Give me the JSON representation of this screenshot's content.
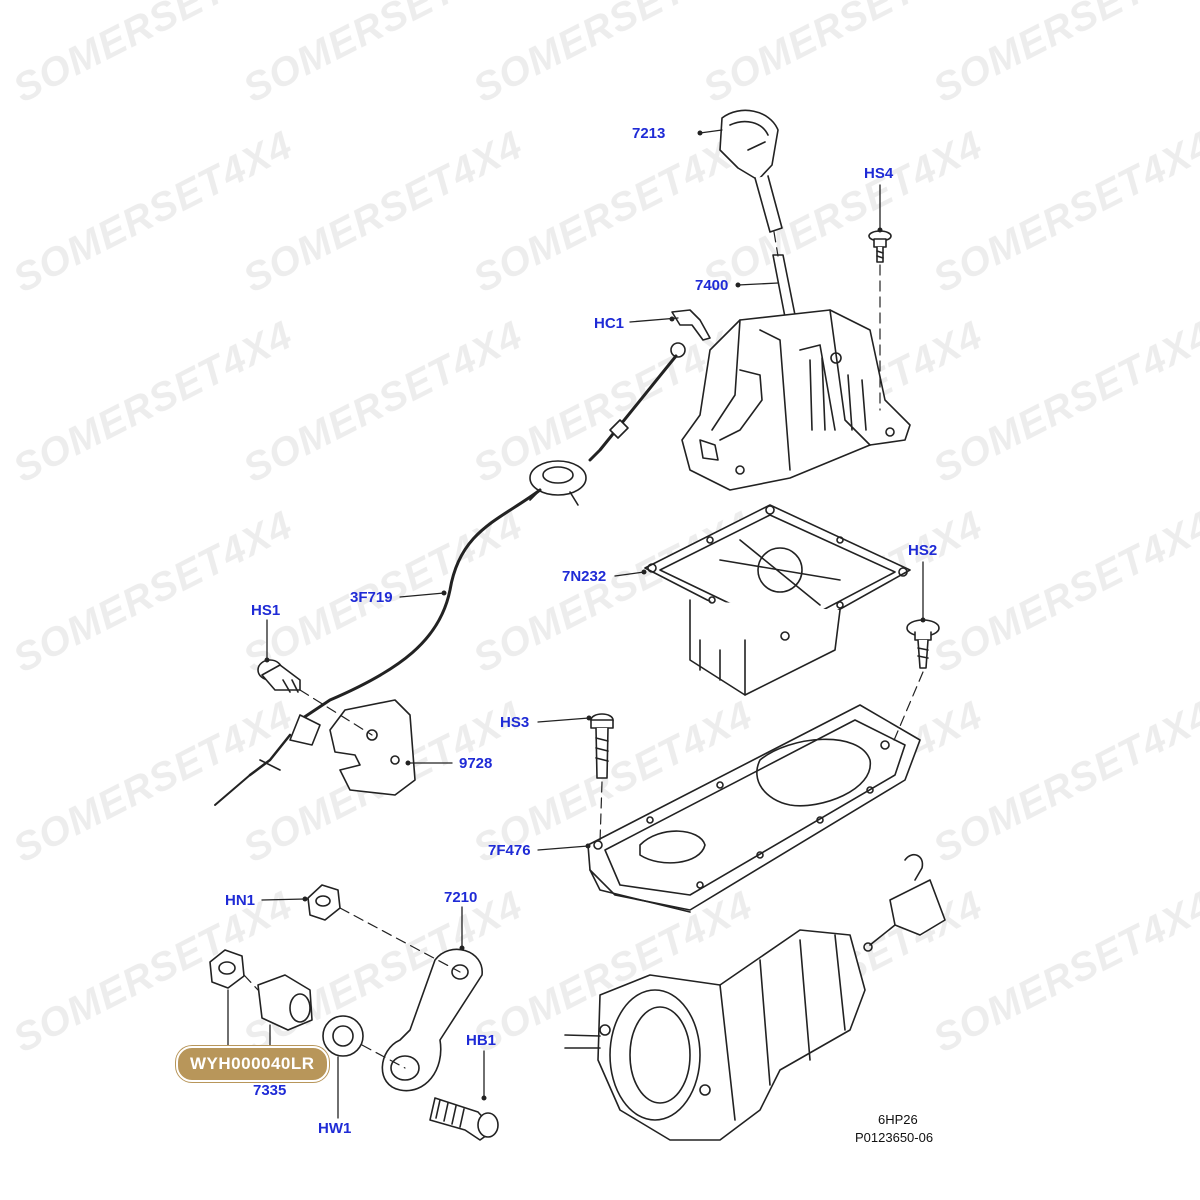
{
  "diagram": {
    "watermark_text": "SOMERSET4X4",
    "callouts": [
      {
        "id": "7213",
        "text": "7213"
      },
      {
        "id": "HS4",
        "text": "HS4"
      },
      {
        "id": "7400",
        "text": "7400"
      },
      {
        "id": "HC1",
        "text": "HC1"
      },
      {
        "id": "7N232",
        "text": "7N232"
      },
      {
        "id": "HS2",
        "text": "HS2"
      },
      {
        "id": "3F719",
        "text": "3F719"
      },
      {
        "id": "HS1",
        "text": "HS1"
      },
      {
        "id": "HS3",
        "text": "HS3"
      },
      {
        "id": "9728",
        "text": "9728"
      },
      {
        "id": "7F476",
        "text": "7F476"
      },
      {
        "id": "HN1",
        "text": "HN1"
      },
      {
        "id": "7210",
        "text": "7210"
      },
      {
        "id": "HB1",
        "text": "HB1"
      },
      {
        "id": "7335",
        "text": "7335"
      },
      {
        "id": "HW1",
        "text": "HW1"
      }
    ],
    "highlight_badge": "WYH000040LR",
    "transmission_model": "6HP26",
    "drawing_number": "P0123650-06",
    "colors": {
      "callout": "#1f2bd6",
      "badge": "#b8965a",
      "line": "#222222"
    }
  }
}
